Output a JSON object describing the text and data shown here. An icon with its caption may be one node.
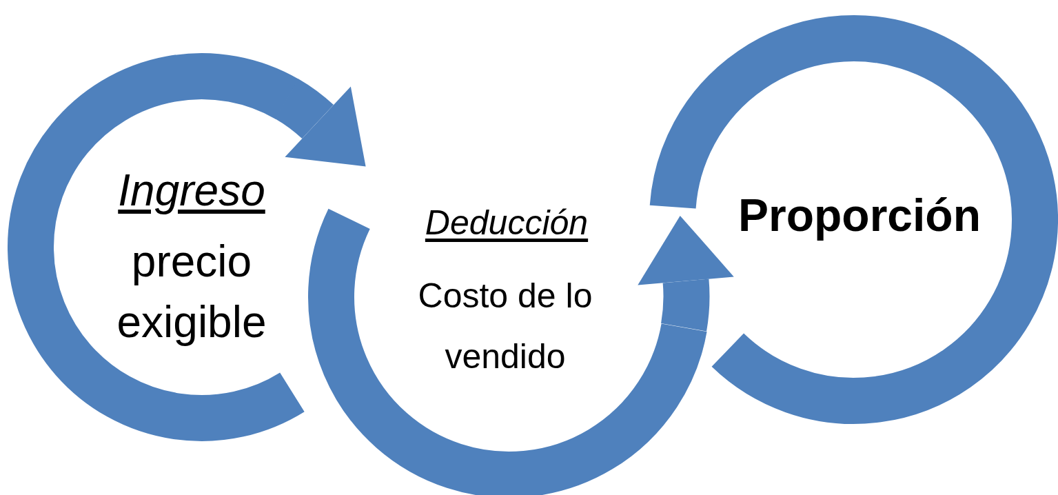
{
  "diagram": {
    "nodes": [
      {
        "text": [
          "Ingreso",
          "precio exigible"
        ]
      },
      {
        "text": [
          "Deducción",
          "Costo de lo vendido"
        ]
      },
      {
        "text": [
          "Proporción"
        ]
      }
    ],
    "edges": [
      {
        "from": 0,
        "to": 1,
        "arrow": "to"
      },
      {
        "from": 1,
        "to": 2,
        "arrow": "to"
      }
    ]
  }
}
